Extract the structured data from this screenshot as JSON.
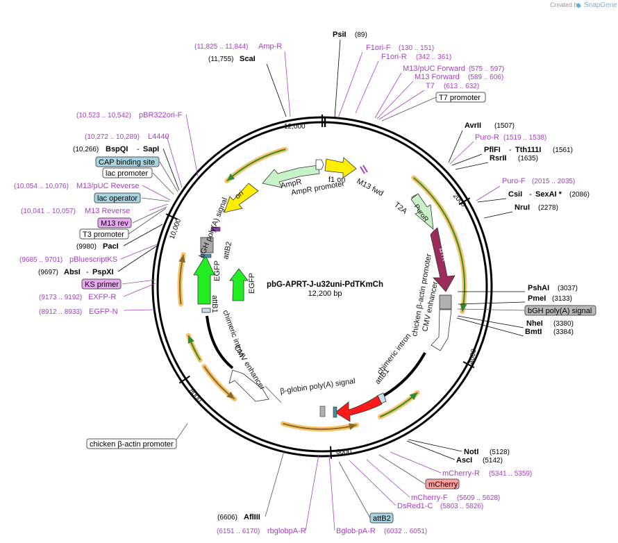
{
  "credit": {
    "created_by": "Created by",
    "brand": "SnapGene"
  },
  "plasmid": {
    "name": "pbG-APRT-J-u32uni-PdTKmCh",
    "size": "12,200 bp"
  },
  "ticks": [
    "12,000",
    "2000",
    "4000",
    "6000",
    "8000",
    "10,000"
  ],
  "enzymes": [
    {
      "name": "PsiI",
      "coord": "(89)"
    },
    {
      "name": "ScaI",
      "coord": "(11,755)"
    },
    {
      "name": "AvrII",
      "coord": "(1507)"
    },
    {
      "name": "PflFI",
      "name2": "Tth111I",
      "coord": "(1561)"
    },
    {
      "name": "RsrII",
      "coord": "(1635)"
    },
    {
      "name": "CsiI",
      "name2": "SexAI *",
      "coord": "(2086)"
    },
    {
      "name": "NruI",
      "coord": "(2278)"
    },
    {
      "name": "PshAI",
      "coord": "(3037)"
    },
    {
      "name": "PmeI",
      "coord": "(3133)"
    },
    {
      "name": "NheI",
      "coord": "(3380)"
    },
    {
      "name": "BmtI",
      "coord": "(3384)"
    },
    {
      "name": "NotI",
      "coord": "(5128)"
    },
    {
      "name": "AscI",
      "coord": "(5142)"
    },
    {
      "name": "AflIII",
      "coord": "(6606)"
    },
    {
      "name": "PacI",
      "coord": "(9980)"
    },
    {
      "name": "AbsI",
      "name2": "PspXI",
      "coord": "(9697)"
    },
    {
      "name": "BspQI",
      "name2": "SapI",
      "coord": "(10,266)"
    }
  ],
  "primers": [
    {
      "name": "Amp-R",
      "coord": "(11,825 .. 11,844)"
    },
    {
      "name": "F1ori-F",
      "coord": "(130 .. 151)"
    },
    {
      "name": "F1ori-R",
      "coord": "(342 .. 361)"
    },
    {
      "name": "M13/pUC Forward",
      "coord": "(575 .. 597)"
    },
    {
      "name": "M13 Forward",
      "coord": "(589 .. 606)"
    },
    {
      "name": "T7",
      "coord": "(613 .. 632)"
    },
    {
      "name": "Puro-R",
      "coord": "(1519 .. 1538)"
    },
    {
      "name": "Puro-F",
      "coord": "(2015 .. 2035)"
    },
    {
      "name": "mCherry-R",
      "coord": "(5341 .. 5359)"
    },
    {
      "name": "mCherry-F",
      "coord": "(5609 .. 5628)"
    },
    {
      "name": "DsRed1-C",
      "coord": "(5803 .. 5826)"
    },
    {
      "name": "Bglob-pA-R",
      "coord": "(6032 .. 6051)"
    },
    {
      "name": "rbglobpA-R",
      "coord": "(6151 .. 6170)"
    },
    {
      "name": "EGFP-N",
      "coord": "(8912 .. 8933)"
    },
    {
      "name": "EXFP-R",
      "coord": "(9173 .. 9192)"
    },
    {
      "name": "pBluescriptKS",
      "coord": "(9685 .. 9701)"
    },
    {
      "name": "M13 Reverse",
      "coord": "(10,041 .. 10,057)"
    },
    {
      "name": "M13/pUC Reverse",
      "coord": "(10,054 .. 10,076)"
    },
    {
      "name": "L4440",
      "coord": "(10,272 .. 10,289)"
    },
    {
      "name": "pBR322ori-F",
      "coord": "(10,523 .. 10,542)"
    }
  ],
  "boxed_labels": {
    "t7_promoter": "T7 promoter",
    "bgh_polya": "bGH poly(A) signal",
    "mcherry": "mCherry",
    "attb2": "attB2",
    "chicken_promoter": "chicken β-actin promoter",
    "cap_site": "CAP binding site",
    "lac_promoter": "lac promoter",
    "lac_operator": "lac operator",
    "m13_rev": "M13 rev",
    "t3_promoter": "T3 promoter",
    "ks_primer": "KS primer"
  },
  "features": {
    "ampr": "AmpR",
    "ampr_promoter": "AmpR promoter",
    "f1_ori": "f1 ori",
    "m13_fwd": "M13 fwd",
    "t2a": "T2A",
    "puror": "PuroR",
    "dtk": "ΔTK",
    "chicken_promoter": "chicken β-actin promoter",
    "cmv_enhancer": "CMV enhancer",
    "chimeric_intron": "chimeric intron",
    "attb1": "attB1",
    "bglobin_polya": "β-globin poly(A) signal",
    "ori": "ori",
    "bgh_polya": "bGH poly(A) signal",
    "attb2": "attB2",
    "egfp": "EGFP",
    "egfp2": "EGFP",
    "attb1_left": "attB1",
    "chimeric_intron_left": "chimeric intron",
    "cmv_enhancer_left": "CMV enhancer"
  },
  "colors": {
    "enzyme": "#000000",
    "primer": "#a53fc4",
    "orf_highlight": "#f5b64c",
    "green_orf": "#2e8b2e",
    "dtk": "#9b2d5c",
    "mcherry": "#ff1a1a",
    "egfp": "#22ee22",
    "ori": "#ffee00",
    "f1ori": "#ffee00",
    "ampr": "#c6f2c6",
    "box_blue": "#a8d4e0",
    "box_red": "#ff9f9f",
    "box_purple": "#e8a8f0",
    "box_grey": "#b8b8b8"
  }
}
